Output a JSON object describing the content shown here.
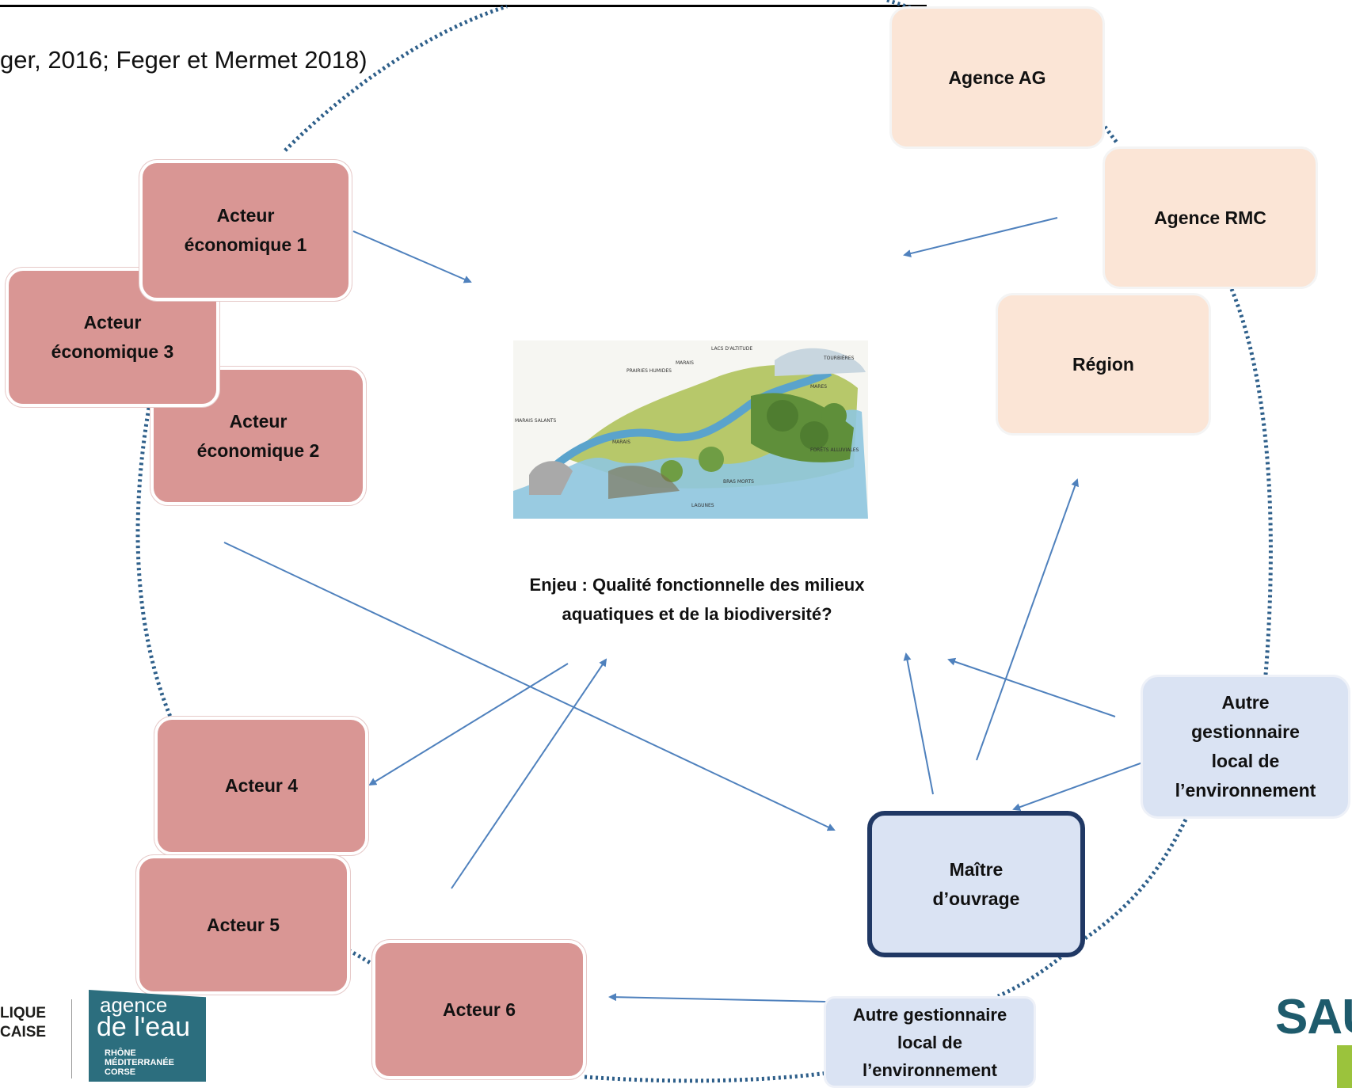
{
  "header": {
    "citation": "ger, 2016; Feger et Mermet 2018)"
  },
  "nodes": {
    "actor1": "Acteur\néconomique 1",
    "actor3": "Acteur\néconomique 3",
    "actor2": "Acteur\néconomique 2",
    "actor4": "Acteur 4",
    "actor5": "Acteur 5",
    "actor6": "Acteur 6",
    "agence_ag": "Agence AG",
    "agence_rmc": "Agence RMC",
    "region": "Région",
    "autre_gest_right": "Autre\ngestionnaire\nlocal de\nl’environnement",
    "maitre": "Maître\nd’ouvrage",
    "autre_gest_bottom": "Autre gestionnaire\nlocal  de\nl’environnement"
  },
  "center": {
    "enjeu": "Enjeu : Qualité fonctionnelle des milieux\naquatiques et de la biodiversité?",
    "image_labels": [
      "MARAIS",
      "LACS D'ALTITUDE",
      "TOURBIÈRES",
      "PRAIRIES HUMIDES",
      "MARES",
      "MARAIS SALANTS",
      "MARAIS",
      "FORÊTS ALLUVIALES",
      "BRAS MORTS",
      "LAGUNES"
    ]
  },
  "logos": {
    "left_text": "LIQUE\nCAISE",
    "agence_line1": "agence",
    "agence_line2": "de l'eau",
    "agence_small": "RHÔNE\nMÉDITERRANÉE\nCORSE",
    "right_word": "SAUV",
    "right_letter": "L"
  },
  "colors": {
    "actor_fill": "#d99694",
    "agency_fill": "#fbe5d6",
    "local_fill": "#dae3f3",
    "maitre_border": "#203864",
    "arrow": "#4f81bd",
    "dotted_ring": "#2e5f8a"
  }
}
